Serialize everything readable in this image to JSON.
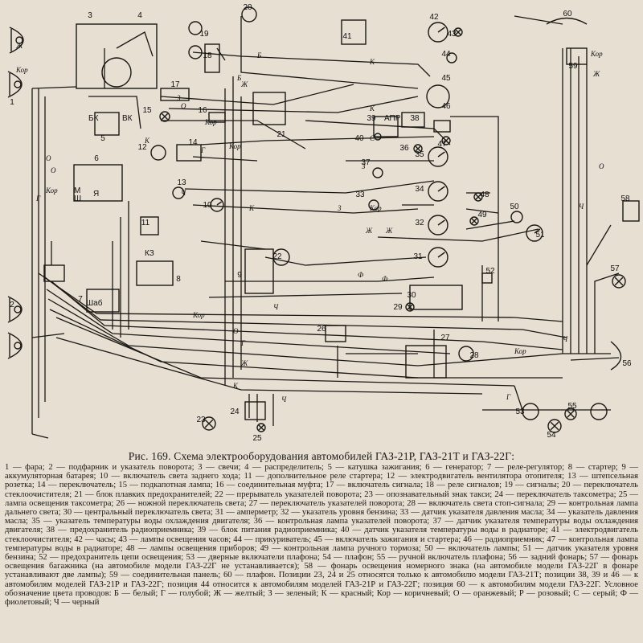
{
  "diagram": {
    "labels": {
      "left_top_wires": [
        "Кор",
        "Ж",
        "О",
        "Кор",
        "О",
        "Г"
      ],
      "right_wires": [
        "Кор",
        "Ж",
        "О",
        "Ч"
      ],
      "bottom_wires": [
        "Кор",
        "О",
        "Г",
        "Ж",
        "К",
        "Ч",
        "Кор",
        "Ч",
        "Г"
      ],
      "mid_wires": [
        "Б",
        "К",
        "Ж",
        "З",
        "О",
        "Б",
        "К",
        "Кор",
        "Кор",
        "Г",
        "Ч",
        "К",
        "З",
        "Кор",
        "Ж",
        "Ф",
        "Ф",
        "Ж",
        "З",
        "С",
        "К",
        "Ч"
      ],
      "components": [
        "1",
        "2",
        "3",
        "4",
        "5",
        "6",
        "7",
        "8",
        "9",
        "10",
        "11",
        "12",
        "13",
        "14",
        "15",
        "16",
        "17",
        "18",
        "19",
        "20",
        "21",
        "22",
        "23",
        "24",
        "25",
        "26",
        "27",
        "28",
        "29",
        "30",
        "31",
        "32",
        "33",
        "34",
        "35",
        "36",
        "37",
        "38",
        "39",
        "40",
        "41",
        "42",
        "43",
        "44",
        "45",
        "46",
        "47",
        "48",
        "49",
        "50",
        "51",
        "52",
        "53",
        "54",
        "55",
        "56",
        "57",
        "58",
        "59",
        "60"
      ],
      "terminal_marks": [
        "БК",
        "ВК",
        "М",
        "Ш",
        "Я",
        "КЗ",
        "Шаб",
        "АПР"
      ]
    }
  },
  "caption": "Рис. 169. Схема электрооборудования автомобилей ГАЗ-21Р, ГАЗ-21Т и ГАЗ-22Г:",
  "legend": "1 — фара; 2 — подфарник и указатель поворота; 3 — свечи; 4 — распределитель; 5 — катушка зажигания; 6 — генератор; 7 — реле-регулятор; 8 — стартер; 9 — аккумуляторная батарея; 10 — включатель света заднего хода; 11 — дополнительное реле стартера; 12 — электродвигатель вентилятора отопителя; 13 — штепсельная розетка; 14 — переключатель; 15 — подкапотная лампа; 16 — соединительная муфта; 17 — включатель сигнала; 18 — реле сигналов; 19 — сигналы; 20 — переключатель стеклоочистителя; 21 — блок плавких предохранителей; 22 — прерыватель указателей поворота; 23 — опознавательный знак такси; 24 — переключатель таксометра; 25 — лампа освещения таксометра; 26 — ножной переключатель света; 27 — переключатель указателей поворота; 28 — включатель света стоп-сигнала; 29 — контрольная лампа дальнего света; 30 — центральный переключатель света; 31 — амперметр; 32 — указатель уровня бензина; 33 — датчик указателя давления масла; 34 — указатель давления масла; 35 — указатель температуры воды охлаждения двигателя; 36 — контрольная лампа указателей поворота; 37 — датчик указателя температуры воды охлаждения двигателя; 38 — предохранитель радиоприемника; 39 — блок питания радиоприемника; 40 — датчик указателя температуры воды в радиаторе; 41 — электродвигатель стеклоочистителя; 42 — часы; 43 — лампы освещения часов; 44 — прикуриватель; 45 — включатель зажигания и стартера; 46 — радиоприемник; 47 — контрольная лампа температуры воды в радиаторе; 48 — лампы освещения приборов; 49 — контрольная лампа ручного тормоза; 50 — включатель лампы; 51 — датчик указателя уровня бензина; 52 — предохранитель цепи освещения; 53 — дверные включатели плафона; 54 — плафон; 55 — ручной включатель плафона; 56 — задний фонарь; 57 — фонарь освещения багажника (на автомобиле модели ГАЗ-22Г не устанавливается); 58 — фонарь освещения номерного знака (на автомобиле модели ГАЗ-22Г в фонаре устанавливают две лампы); 59 — соединительная панель; 60 — плафон. Позиции 23, 24 и 25 относятся только к автомобилю модели ГАЗ-21Т; позиции 38, 39 и 46 — к автомобилям моделей ГАЗ-21Р и ГАЗ-22Г; позиция 44 относится к автомобилям моделей ГАЗ-21Р и ГАЗ-22Г; позиция 60 — к автомобилям модели ГАЗ-22Г. Условное обозначение цвета проводов: Б — белый; Г — голубой; Ж — желтый; З — зеленый; К — красный; Кор — коричневый; О — оранжевый; Р — розовый; С — серый; Ф — фиолетовый; Ч — черный"
}
